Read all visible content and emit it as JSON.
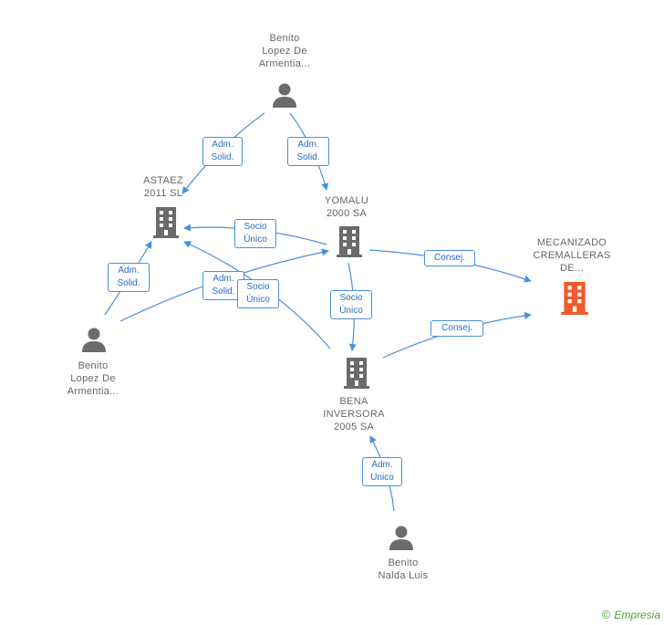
{
  "nodes": {
    "person_top": {
      "lines": [
        "Benito",
        "Lopez De",
        "Armentia..."
      ]
    },
    "astaez": {
      "lines": [
        "ASTAEZ",
        "2011 SL"
      ]
    },
    "yomalu": {
      "lines": [
        "YOMALU",
        "2000 SA"
      ]
    },
    "mecanizado": {
      "lines": [
        "MECANIZADO",
        "CREMALLERAS",
        "DE..."
      ]
    },
    "person_left": {
      "lines": [
        "Benito",
        "Lopez De",
        "Armentia..."
      ]
    },
    "bena": {
      "lines": [
        "BENA",
        "INVERSORA",
        "2005 SA"
      ]
    },
    "person_bottom": {
      "lines": [
        "Benito",
        "Nalda Luis"
      ]
    }
  },
  "edges": {
    "e1": {
      "lines": [
        "Adm.",
        "Solid."
      ]
    },
    "e2": {
      "lines": [
        "Adm.",
        "Solid."
      ]
    },
    "e3": {
      "lines": [
        "Socio",
        "Único"
      ]
    },
    "e4": {
      "lines": [
        "Adm.",
        "Solid."
      ]
    },
    "e5": {
      "lines": [
        "Adm.",
        "Solid."
      ]
    },
    "e6": {
      "lines": [
        "Socio",
        "Único"
      ]
    },
    "e7": {
      "lines": [
        "Consej."
      ]
    },
    "e8": {
      "lines": [
        "Socio",
        "Único"
      ]
    },
    "e9": {
      "lines": [
        "Consej."
      ]
    },
    "e10": {
      "lines": [
        "Adm.",
        "Unico"
      ]
    }
  },
  "colors": {
    "company": "#6b6b6b",
    "company_highlight": "#f05a28",
    "person": "#6b6b6b",
    "edge": "#4a8fd9",
    "label_text": "#666666"
  },
  "icons": {
    "person": "person-icon",
    "company": "building-icon"
  },
  "brand": {
    "copyright": "©",
    "name": "Empresia"
  }
}
